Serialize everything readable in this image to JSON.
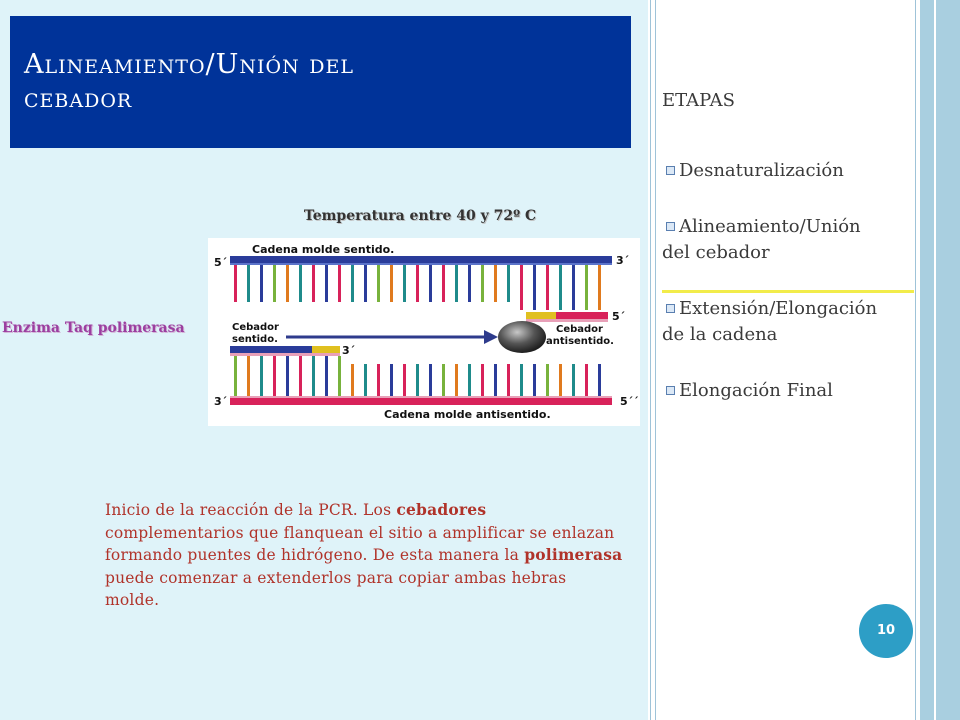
{
  "title": {
    "line1": "Alineamiento/Unión del",
    "line2": "cebador"
  },
  "stages": {
    "heading": "ETAPAS",
    "items": [
      {
        "line1": "Desnaturalización",
        "line2": ""
      },
      {
        "line1": "Alineamiento/Unión",
        "line2": "del cebador"
      },
      {
        "line1": "Extensión/Elongación",
        "line2": "de la cadena"
      },
      {
        "line1": "Elongación Final",
        "line2": ""
      }
    ]
  },
  "diagram": {
    "temperature_label": "Temperatura entre 40 y 72º C",
    "enzyme_label": "Enzima Taq polimerasa",
    "top_strand_label": "Cadena molde sentido.",
    "bottom_strand_label": "Cadena molde antisentido.",
    "primer_sense_line1": "Cebador",
    "primer_sense_line2": "sentido.",
    "primer_antisense_line1": "Cebador",
    "primer_antisense_line2": "antisentido.",
    "end_5_top_left": "5´",
    "end_3_top_right": "3´",
    "end_5_antisense_primer": "5´",
    "end_3_sense_primer": "3´",
    "end_3_bottom_left": "3´",
    "end_5_bottom_right": "5´´",
    "colors": {
      "blue_bar": "#2a3c9a",
      "red_bar": "#d8225a",
      "teal": "#1f8b8b",
      "green": "#78b23c",
      "orange": "#e07a1e",
      "arrow": "#2e3b8c"
    }
  },
  "description": {
    "part1": "Inicio de la reacción de la PCR. Los ",
    "kw1": "cebadores",
    "part2": " complementarios que flanquean el sitio a amplificar se enlazan formando puentes de hidrógeno. De esta manera la ",
    "kw2": "polimerasa",
    "part3": " puede comenzar a extenderlos para copiar ambas hebras molde."
  },
  "page_number": "10",
  "colors": {
    "title_bg": "#003399",
    "background": "#dff3f9",
    "description_text": "#b0332a",
    "enzyme_text": "#9b3fa0",
    "page_badge": "#2d9ec6",
    "highlight_line": "#f2ec4a"
  }
}
